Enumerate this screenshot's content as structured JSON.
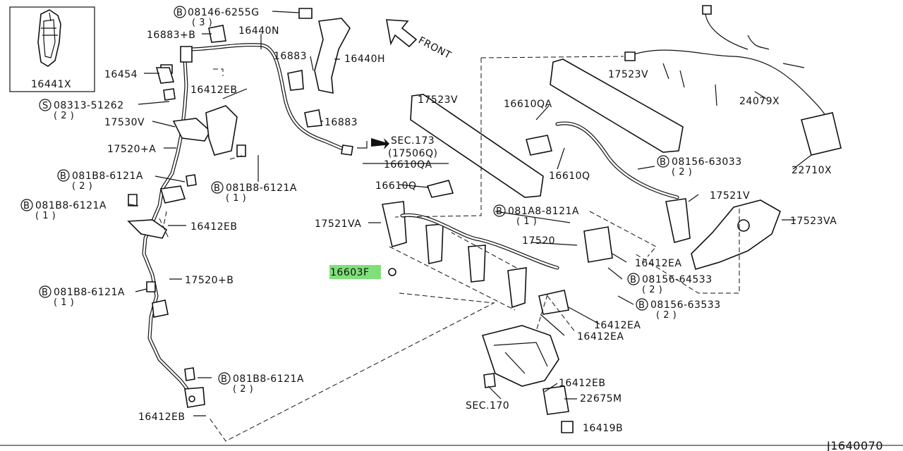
{
  "diagram": {
    "drawing_number": "J1640070",
    "inset_label": "16441X",
    "front_label": "FRONT",
    "highlighted_label": "16603F",
    "labels": {
      "l08146": "08146-6255G",
      "l08146q": "( 3 )",
      "l16883b": "16883+B",
      "l16440n": "16440N",
      "l16883a": "16883",
      "l16440h": "16440H",
      "l16883c": "16883",
      "l16454": "16454",
      "l16412eb1": "16412EB",
      "l08313": "08313-51262",
      "l08313q": "( 2 )",
      "l17530v": "17530V",
      "l17520a": "17520+A",
      "lb81a": "081B8-6121A",
      "lb81aq": "( 2 )",
      "lb81b": "081B8-6121A",
      "lb81bq": "( 1 )",
      "lb81c": "081B8-6121A",
      "lb81cq": "( 1 )",
      "l16412eb2": "16412EB",
      "l17520b": "17520+B",
      "lb81d": "081B8-6121A",
      "lb81dq": "( 1 )",
      "lb81e": "081B8-6121A",
      "lb81eq": "( 2 )",
      "l16412eb3": "16412EB",
      "lsec173": "SEC.173",
      "l17506q": "(17506Q)",
      "l17523v1": "17523V",
      "l16610qa1": "16610QA",
      "l16610q1": "16610Q",
      "l17521va": "17521VA",
      "l16610qa2": "16610QA",
      "l16610q2": "16610Q",
      "l17523v2": "17523V",
      "l24079x": "24079X",
      "l22710x": "22710X",
      "l08156a": "08156-63033",
      "l08156aq": "( 2 )",
      "l17521v": "17521V",
      "l081a8": "081A8-8121A",
      "l081a8q": "( 1 )",
      "l17523va": "17523VA",
      "l17520": "17520",
      "l16412ea1": "16412EA",
      "l08156b": "08156-64533",
      "l08156bq": "( 2 )",
      "l08156c": "08156-63533",
      "l08156cq": "( 2 )",
      "l16412ea2": "16412EA",
      "l16412ea3": "16412EA",
      "l16412eb4": "16412EB",
      "l22675m": "22675M",
      "lsec170": "SEC.170",
      "l16419b": "16419B"
    }
  }
}
